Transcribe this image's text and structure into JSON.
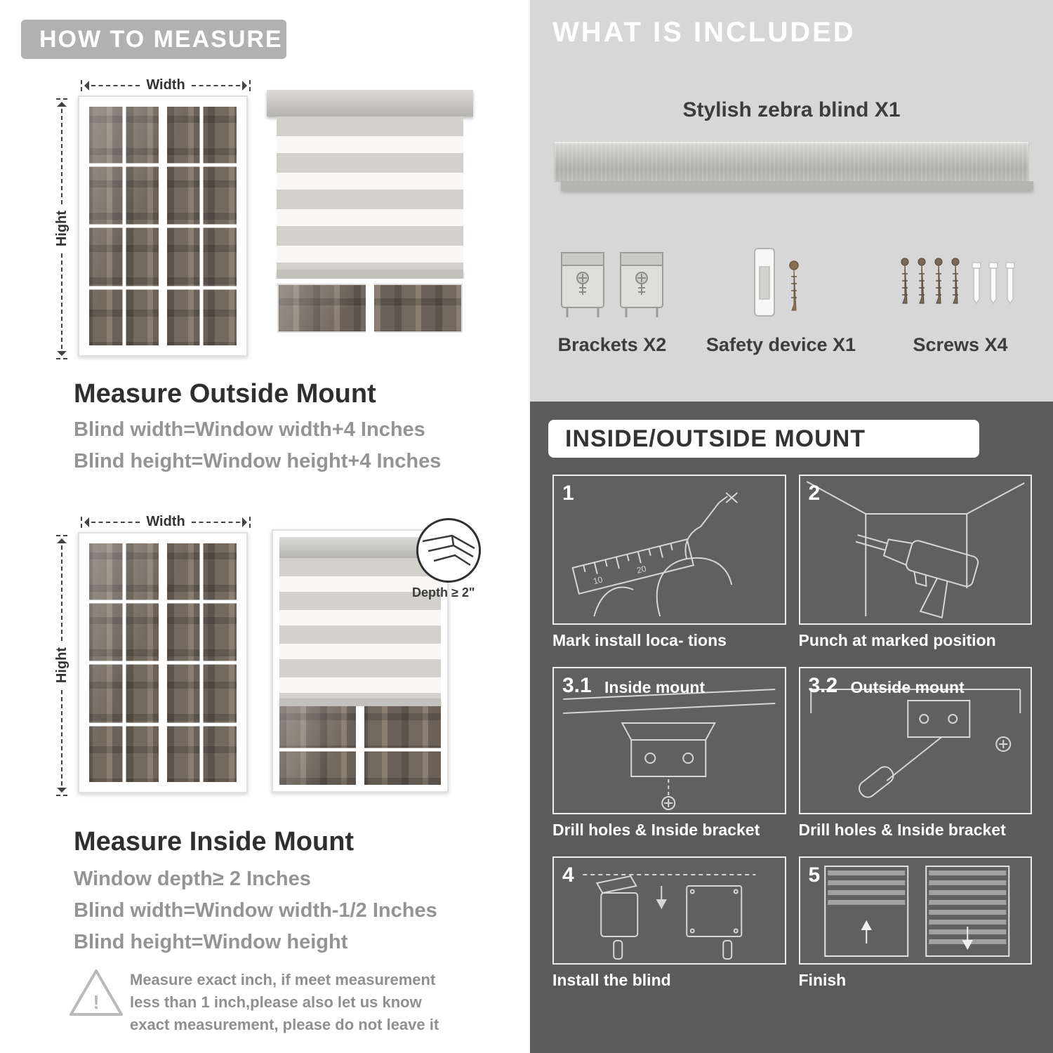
{
  "left": {
    "header": "HOW TO MEASURE",
    "figure_outside": {
      "width_label": "Width",
      "height_label": "Hight"
    },
    "outside": {
      "title": "Measure Outside Mount",
      "line1": "Blind width=Window width+4 Inches",
      "line2": "Blind height=Window height+4 Inches"
    },
    "figure_inside": {
      "width_label": "Width",
      "height_label": "Hight",
      "depth_label": "Depth ≥ 2\""
    },
    "inside": {
      "title": "Measure Inside Mount",
      "line1": "Window depth≥ 2 Inches",
      "line2": "Blind width=Window width-1/2 Inches",
      "line3": "Blind height=Window height"
    },
    "warning": {
      "mark": "!",
      "note": "Measure exact inch, if meet measurement less than 1 inch,please also let us know exact measurement, please do not leave it"
    }
  },
  "right": {
    "included": {
      "header": "WHAT IS INCLUDED",
      "blind_label": "Stylish zebra blind X1",
      "items": [
        {
          "label": "Brackets X2"
        },
        {
          "label": "Safety device X1"
        },
        {
          "label": "Screws X4"
        }
      ]
    },
    "mount": {
      "header": "INSIDE/OUTSIDE MOUNT",
      "steps": [
        {
          "num": "1",
          "caption": "Mark install loca- tions"
        },
        {
          "num": "2",
          "caption": "Punch at  marked position"
        },
        {
          "num": "3.1",
          "label": "Inside mount",
          "caption": "Drill holes &  Inside bracket"
        },
        {
          "num": "3.2",
          "label": "Outside mount",
          "caption": "Drill holes &  Inside bracket"
        },
        {
          "num": "4",
          "caption": "Install the blind"
        },
        {
          "num": "5",
          "caption": "Finish"
        }
      ]
    }
  },
  "colors": {
    "header_pill": "#b1b1b1",
    "light_panel": "#d7d7d7",
    "dark_panel": "#5b5b5b",
    "heading_text": "#2f2f2f",
    "muted_text": "#949494"
  }
}
